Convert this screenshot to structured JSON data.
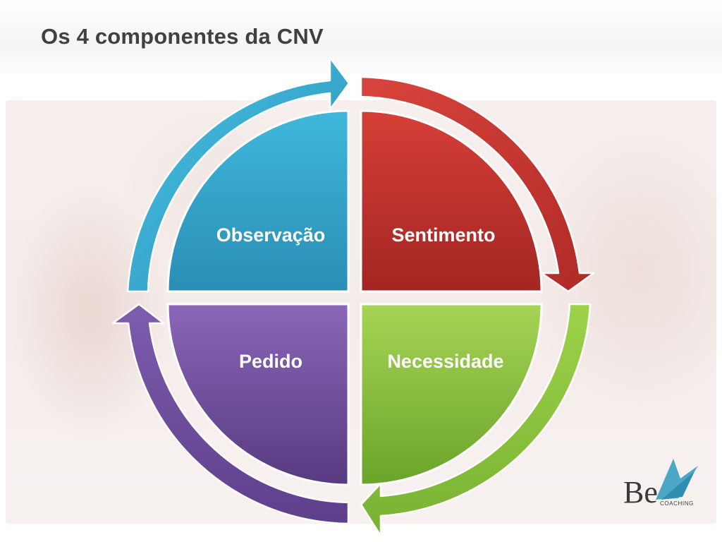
{
  "slide": {
    "title": "Os 4 componentes da CNV"
  },
  "diagram": {
    "quadrants": [
      {
        "id": "observacao",
        "label": "Observação",
        "color": "#2ea6cc"
      },
      {
        "id": "sentimento",
        "label": "Sentimento",
        "color": "#c0302c"
      },
      {
        "id": "necessidade",
        "label": "Necessidade",
        "color": "#86bd3a"
      },
      {
        "id": "pedido",
        "label": "Pedido",
        "color": "#6e4c9a"
      }
    ],
    "flow": "clockwise"
  },
  "logo": {
    "text": "Be",
    "subtext": "COACHING"
  },
  "colors": {
    "blue": "#2ea6cc",
    "red": "#c0302c",
    "green": "#86bd3a",
    "purple": "#6e4c9a",
    "title": "#404040"
  }
}
